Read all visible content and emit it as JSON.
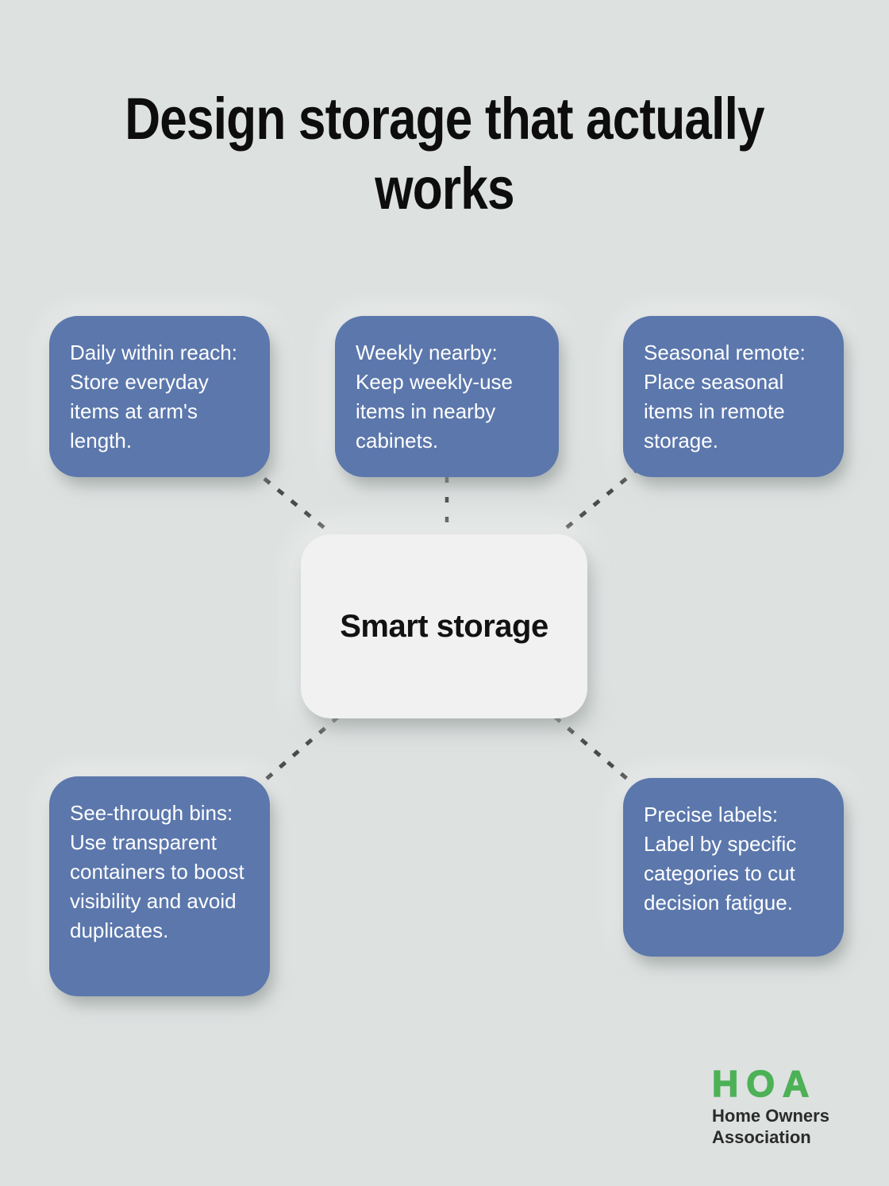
{
  "title": {
    "line1": "Design storage that actually",
    "line2": "works"
  },
  "center": {
    "label": "Smart storage"
  },
  "nodes": [
    {
      "id": "daily-within-reach",
      "text": "Daily within reach: Store everyday items at arm's length."
    },
    {
      "id": "weekly-nearby",
      "text": "Weekly nearby: Keep weekly-use items in nearby cabinets."
    },
    {
      "id": "seasonal-remote",
      "text": "Seasonal remote: Place seasonal items in remote storage."
    },
    {
      "id": "see-through-bins",
      "text": "See-through bins: Use transparent containers to boost visibility and avoid duplicates."
    },
    {
      "id": "precise-labels",
      "text": "Precise labels: Label by specific categories to cut decision fatigue."
    }
  ],
  "logo": {
    "acronym": "HOA",
    "name_line1": "Home Owners",
    "name_line2": "Association"
  },
  "colors": {
    "background": "#dde1e0",
    "node_fill": "#5b77ac",
    "node_text": "#ffffff",
    "center_fill": "#f0f1f0",
    "center_text": "#121212",
    "connector": "#4a4a4a",
    "title_text": "#0d0d0d",
    "logo_green": "#4cb157",
    "logo_text": "#2b2b2b"
  }
}
